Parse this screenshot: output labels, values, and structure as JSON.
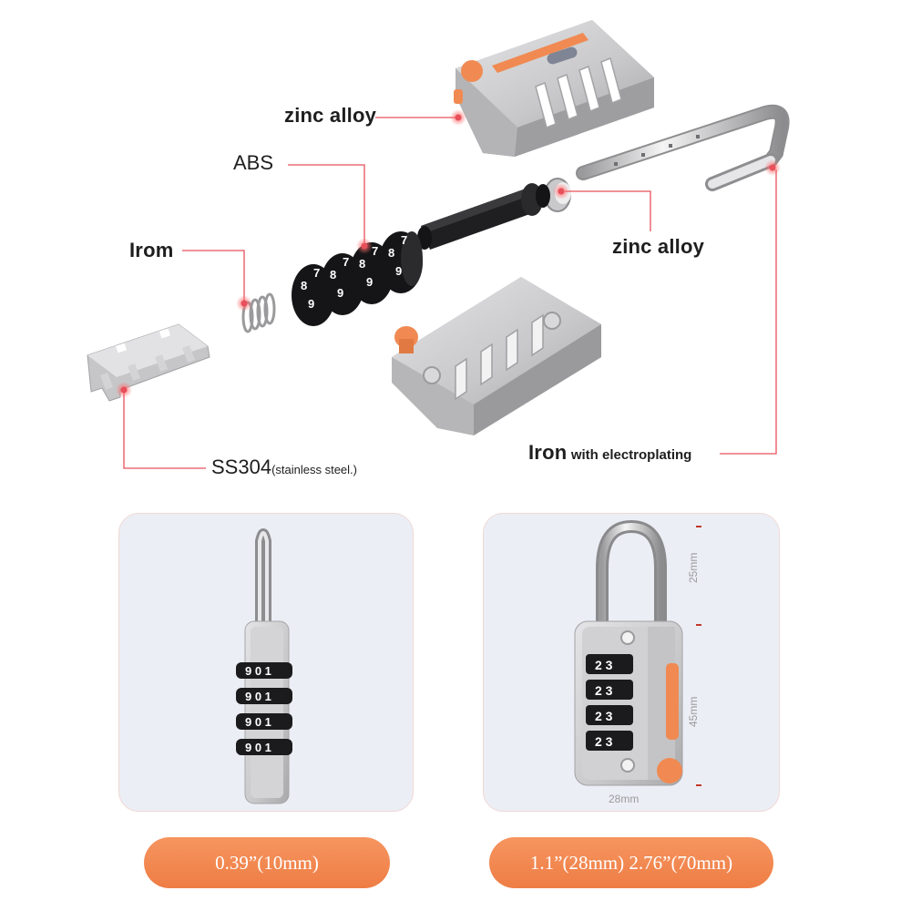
{
  "labels": {
    "zinc_top": "zinc alloy",
    "abs": "ABS",
    "irom": "Irom",
    "zinc_mid": "zinc alloy",
    "iron_bold": "Iron",
    "iron_rest": "with electroplating",
    "ss_main": "SS304",
    "ss_note": "(stainless steel.)"
  },
  "dimensions": {
    "shackle": "25mm",
    "body": "45mm",
    "width": "28mm"
  },
  "buttons": {
    "left_size": "0.39”(10mm)",
    "right_size": "1.1”(28mm) 2.76”(70mm)"
  },
  "dial_digits": {
    "side": "9 0 1",
    "front": "2 3"
  },
  "colors": {
    "accent": "#ee7d45",
    "leader": "#e8505b",
    "metal": "#c9c9cb",
    "panel": "#eceef6"
  }
}
